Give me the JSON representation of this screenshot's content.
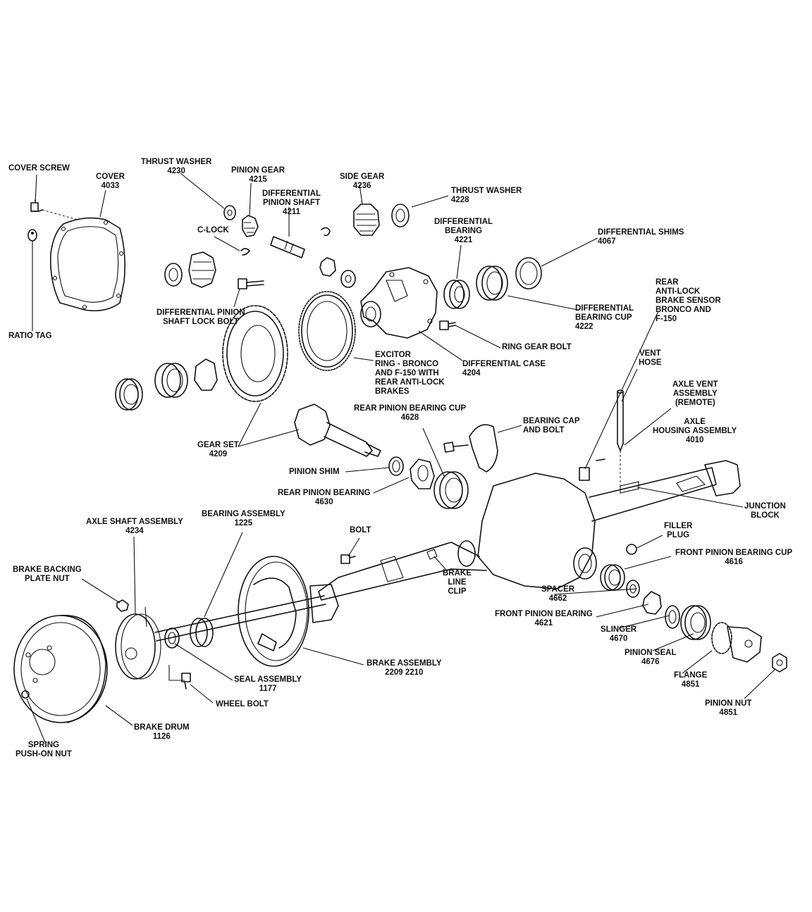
{
  "labels": {
    "cover_screw": [
      "COVER SCREW"
    ],
    "cover": [
      "COVER",
      "4033"
    ],
    "ratio_tag": [
      "RATIO TAG"
    ],
    "thrust_washer_4230": [
      "THRUST WASHER",
      "4230"
    ],
    "pinion_gear": [
      "PINION GEAR",
      "4215"
    ],
    "diff_pinion_shaft": [
      "DIFFERENTIAL",
      "PINION SHAFT",
      "4211"
    ],
    "side_gear": [
      "SIDE GEAR",
      "4236"
    ],
    "thrust_washer_4228": [
      "THRUST WASHER",
      "4228"
    ],
    "c_lock": [
      "C-LOCK"
    ],
    "diff_bearing": [
      "DIFFERENTIAL",
      "BEARING",
      "4221"
    ],
    "diff_shims": [
      "DIFFERENTIAL SHIMS",
      "4067"
    ],
    "diff_pinion_shaft_lock_bolt": [
      "DIFFERENTIAL PINION",
      "SHAFT LOCK BOLT"
    ],
    "rear_abs_sensor": [
      "REAR",
      "ANTI-LOCK",
      "BRAKE SENSOR",
      "BRONCO AND",
      "F-150"
    ],
    "diff_bearing_cup": [
      "DIFFERENTIAL",
      "BEARING CUP",
      "4222"
    ],
    "ring_gear_bolt": [
      "RING GEAR BOLT"
    ],
    "vent_hose": [
      "VENT",
      "HOSE"
    ],
    "exciter_ring": [
      "EXCITOR",
      "RING - BRONCO",
      "AND F-150 WITH",
      "REAR ANTI-LOCK",
      "BRAKES"
    ],
    "diff_case": [
      "DIFFERENTIAL CASE",
      "4204"
    ],
    "axle_vent_assembly": [
      "AXLE VENT",
      "ASSEMBLY",
      "(REMOTE)"
    ],
    "rear_pinion_bearing_cup": [
      "REAR PINION BEARING CUP",
      "4628"
    ],
    "bearing_cap_and_bolt": [
      "BEARING CAP",
      "AND BOLT"
    ],
    "axle_housing_assembly": [
      "AXLE",
      "HOUSING ASSEMBLY",
      "4010"
    ],
    "gear_set": [
      "GEAR SET",
      "4209"
    ],
    "pinion_shim": [
      "PINION SHIM"
    ],
    "rear_pinion_bearing": [
      "REAR PINION BEARING",
      "4630"
    ],
    "junction_block": [
      "JUNCTION",
      "BLOCK"
    ],
    "axle_shaft_assembly": [
      "AXLE SHAFT ASSEMBLY",
      "4234"
    ],
    "bearing_assembly": [
      "BEARING ASSEMBLY",
      "1225"
    ],
    "bolt": [
      "BOLT"
    ],
    "filler_plug": [
      "FILLER",
      "PLUG"
    ],
    "front_pinion_bearing_cup": [
      "FRONT PINION BEARING CUP",
      "4616"
    ],
    "brake_backing_plate_nut": [
      "BRAKE BACKING",
      "PLATE NUT"
    ],
    "brake_line_clip": [
      "BRAKE",
      "LINE",
      "CLIP"
    ],
    "spacer": [
      "SPACER",
      "4662"
    ],
    "front_pinion_bearing": [
      "FRONT PINION BEARING",
      "4621"
    ],
    "slinger": [
      "SLINGER",
      "4670"
    ],
    "pinion_seal": [
      "PINION SEAL",
      "4676"
    ],
    "brake_assembly": [
      "BRAKE ASSEMBLY",
      "2209 2210"
    ],
    "seal_assembly": [
      "SEAL ASSEMBLY",
      "1177"
    ],
    "flange": [
      "FLANGE",
      "4851"
    ],
    "wheel_bolt": [
      "WHEEL BOLT"
    ],
    "brake_drum": [
      "BRAKE DRUM",
      "1126"
    ],
    "pinion_nut": [
      "PINION NUT",
      "4851"
    ],
    "spring_push_on_nut": [
      "SPRING",
      "PUSH-ON NUT"
    ]
  }
}
